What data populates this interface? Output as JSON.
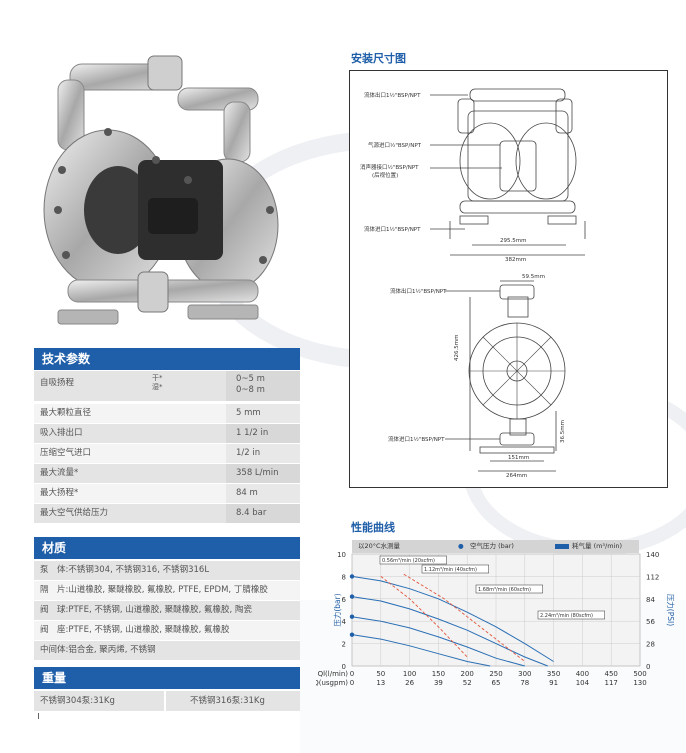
{
  "headers": {
    "install_dims": "安装尺寸图",
    "performance": "性能曲线",
    "tech_params": "技术参数",
    "materials": "材质",
    "weight": "重量"
  },
  "tech_rows": [
    {
      "label": "自吸扬程",
      "sub": "干*\n湿*",
      "value": "0~5 m\n0~8 m"
    },
    {
      "label": "最大颗粒直径",
      "sub": "",
      "value": "5 mm"
    },
    {
      "label": "吸入排出口",
      "sub": "",
      "value": "1 1/2 in"
    },
    {
      "label": "压缩空气进口",
      "sub": "",
      "value": "1/2 in"
    },
    {
      "label": "最大流量*",
      "sub": "",
      "value": "358 L/min"
    },
    {
      "label": "最大扬程*",
      "sub": "",
      "value": "84 m"
    },
    {
      "label": "最大空气供给压力",
      "sub": "",
      "value": "8.4 bar"
    }
  ],
  "material_rows": [
    "泵　体:不锈钢304, 不锈钢316, 不锈钢316L",
    "隔　片:山道橡胶, 聚醚橡胶, 氟橡胶, PTFE, EPDM, 丁腈橡胶",
    "阀　球:PTFE, 不锈钢, 山道橡胶, 聚醚橡胶, 氟橡胶, 陶瓷",
    "阀　座:PTFE, 不锈钢, 山道橡胶, 聚醚橡胶, 氟橡胶",
    "中间体:铝合金, 聚丙烯, 不锈钢"
  ],
  "weight_rows": [
    "不锈钢304泵:31Kg",
    "不锈钢316泵:31Kg"
  ],
  "drawing_labels": {
    "fluid_outlet": "流体出口1½\"BSP/NPT",
    "air_inlet": "气源进口½\"BSP/NPT",
    "muffler": "消声器接口½\"BSP/NPT",
    "muffler_note": "(后视位置)",
    "fluid_inlet": "流体进口1½\"BSP/NPT",
    "dim_295": "295.5mm",
    "dim_382": "382mm",
    "fluid_outlet2": "流体出口1½\"BSP/NPT",
    "dim_59": "59.5mm",
    "dim_426": "426.5mm",
    "fluid_inlet2": "流体进口1½\"BSP/NPT",
    "dim_365": "36.5mm",
    "dim_151": "151mm",
    "dim_264": "264mm"
  },
  "chart_data": {
    "type": "line",
    "legend": {
      "header": "以20°C水测量",
      "air_pressure": "空气压力 (bar)",
      "air_consumption": "耗气量 (m³/min)"
    },
    "ylabel_left": "压力(bar)",
    "ylabel_right": "压力(PSI)",
    "xlabel_top": "Ql(l/min)",
    "xlabel_bottom": "Q(usgpm)",
    "x_ticks_lmin": [
      "0",
      "50",
      "100",
      "150",
      "200",
      "250",
      "300",
      "350",
      "400",
      "450",
      "500"
    ],
    "x_ticks_usgpm": [
      "0",
      "13",
      "26",
      "39",
      "52",
      "65",
      "78",
      "91",
      "104",
      "117",
      "130"
    ],
    "y_ticks_bar": [
      "0",
      "2",
      "4",
      "6",
      "8",
      "10"
    ],
    "y_ticks_psi": [
      "0",
      "28",
      "56",
      "84",
      "112",
      "140"
    ],
    "xlim": [
      0,
      500
    ],
    "ylim": [
      0,
      10
    ],
    "annotations": [
      "0.56m³/min (20scfm)",
      "1.12m³/min (40scfm)",
      "1.68m³/min (60scfm)",
      "2.24m³/min (80scfm)"
    ],
    "series": [
      {
        "name": "",
        "kind": "pressure",
        "x": [
          0,
          50,
          100,
          150,
          200,
          250,
          300,
          350
        ],
        "y": [
          8,
          7.6,
          6.9,
          6.0,
          4.8,
          3.5,
          2.0,
          0.4
        ]
      },
      {
        "name": "",
        "kind": "pressure",
        "x": [
          0,
          50,
          100,
          150,
          200,
          250,
          300,
          340
        ],
        "y": [
          6.2,
          5.8,
          5.1,
          4.2,
          3.2,
          2.0,
          0.8,
          0
        ]
      },
      {
        "name": "",
        "kind": "pressure",
        "x": [
          0,
          50,
          100,
          150,
          200,
          250,
          300
        ],
        "y": [
          4.4,
          4.0,
          3.4,
          2.6,
          1.7,
          0.7,
          0
        ]
      },
      {
        "name": "",
        "kind": "pressure",
        "x": [
          0,
          50,
          100,
          150,
          200,
          240
        ],
        "y": [
          2.8,
          2.4,
          1.8,
          1.1,
          0.4,
          0
        ]
      },
      {
        "name": "",
        "kind": "air",
        "x": [
          50,
          100,
          150,
          200
        ],
        "y": [
          8.0,
          6.0,
          3.5,
          0.8
        ]
      },
      {
        "name": "",
        "kind": "air",
        "x": [
          90,
          160,
          230,
          300
        ],
        "y": [
          8.2,
          6.0,
          3.2,
          0.4
        ]
      }
    ]
  }
}
